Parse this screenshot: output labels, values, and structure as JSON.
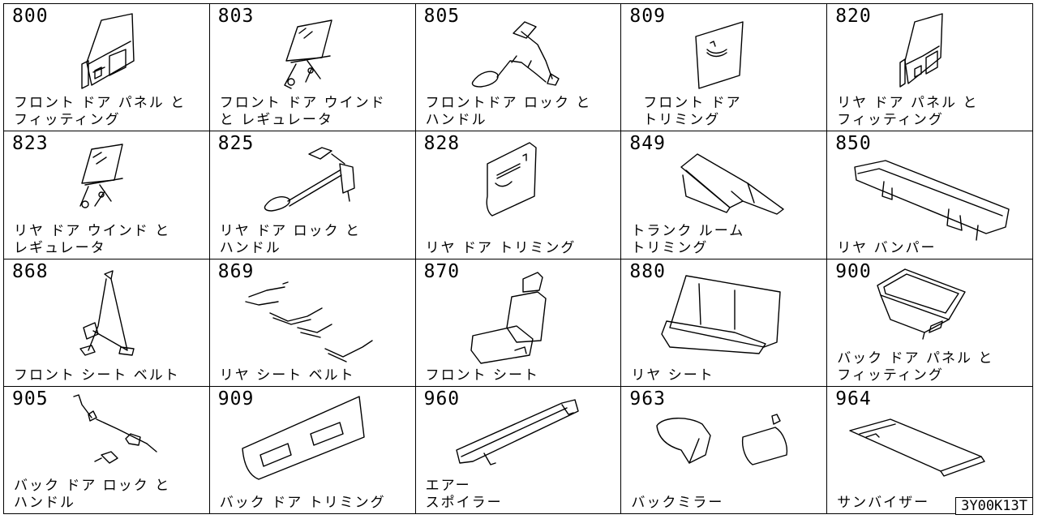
{
  "parts": [
    {
      "code": "800",
      "name": "フロント ドア パネル と\nフィッティング"
    },
    {
      "code": "803",
      "name": "フロント ドア ウインド\nと レギュレータ"
    },
    {
      "code": "805",
      "name": "フロントドア ロック と\nハンドル"
    },
    {
      "code": "809",
      "name": "  フロント ドア\n  トリミング"
    },
    {
      "code": "820",
      "name": "リヤ ドア パネル と\nフィッティング"
    },
    {
      "code": "823",
      "name": "リヤ ドア ウインド と\nレギュレータ"
    },
    {
      "code": "825",
      "name": "リヤ ドア ロック と\nハンドル"
    },
    {
      "code": "828",
      "name": "リヤ ドア トリミング"
    },
    {
      "code": "849",
      "name": "トランク ルーム\nトリミング"
    },
    {
      "code": "850",
      "name": "リヤ バンパー"
    },
    {
      "code": "868",
      "name": "フロント シート ベルト"
    },
    {
      "code": "869",
      "name": "リヤ シート ベルト"
    },
    {
      "code": "870",
      "name": "フロント シート"
    },
    {
      "code": "880",
      "name": "リヤ シート"
    },
    {
      "code": "900",
      "name": "バック ドア パネル と\nフィッティング"
    },
    {
      "code": "905",
      "name": "バック ドア ロック と\nハンドル"
    },
    {
      "code": "909",
      "name": "バック ドア トリミング"
    },
    {
      "code": "960",
      "name": "エアー\nスポイラー"
    },
    {
      "code": "963",
      "name": "バックミラー"
    },
    {
      "code": "964",
      "name": "サンバイザー"
    }
  ],
  "figure_code": "3Y00K13T",
  "illustrations": [
    "door-panel-icon",
    "window-regulator-icon",
    "door-lock-icon",
    "door-trim-icon",
    "door-panel-icon",
    "window-regulator-icon",
    "door-lock-icon",
    "door-trim-icon",
    "trunk-trim-icon",
    "rear-bumper-icon",
    "seat-belt-icon",
    "rear-seat-belt-icon",
    "front-seat-icon",
    "rear-seat-icon",
    "back-door-panel-icon",
    "back-door-lock-icon",
    "back-door-trim-icon",
    "spoiler-icon",
    "mirror-icon",
    "sun-visor-icon"
  ]
}
